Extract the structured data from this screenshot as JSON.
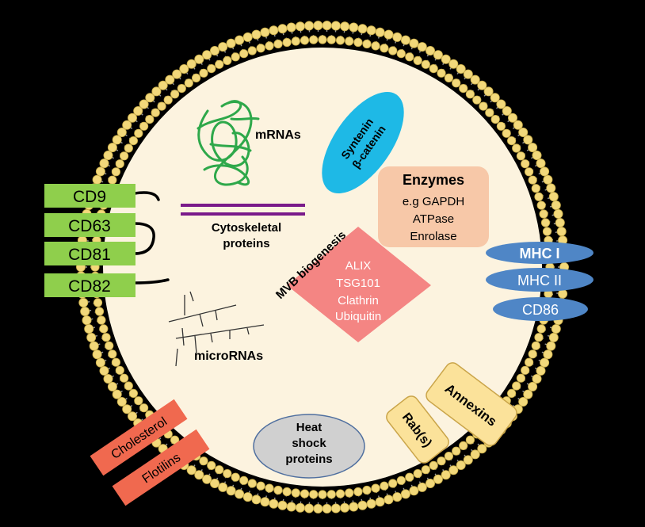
{
  "colors": {
    "background": "#000000",
    "lumen": "#fcf3df",
    "bead": "#f2d87a",
    "bead_edge": "#c9ad4a",
    "tail": "#9a9a9a",
    "tetraspanin": "#8fcf4c",
    "rna_green": "#2ea84a",
    "cyto_purple": "#7a1a8a",
    "syntenin": "#1eb9e6",
    "enzymes_box": "#f7c8a8",
    "mvb_diamond": "#f48583",
    "mhc": "#4f86c6",
    "annexin": "#fbe29a",
    "heatshock": "#d0d0d0",
    "lipid_raft": "#f0694f"
  },
  "membrane_markers": [
    {
      "id": "cd9",
      "label": "CD9"
    },
    {
      "id": "cd63",
      "label": "CD63"
    },
    {
      "id": "cd81",
      "label": "CD81"
    },
    {
      "id": "cd82",
      "label": "CD82"
    }
  ],
  "mrnas": {
    "label": "mRNAs"
  },
  "cytoskeletal": {
    "line1": "Cytoskeletal",
    "line2": "proteins"
  },
  "syntenin": {
    "line1": "Syntenin",
    "line2": "β-catenin"
  },
  "enzymes": {
    "title": "Enzymes",
    "items": [
      "e.g GAPDH",
      "ATPase",
      "Enrolase"
    ]
  },
  "mvb": {
    "label": "MVB biogenesis",
    "items": [
      "ALIX",
      "TSG101",
      "Clathrin",
      "Ubiquitin"
    ]
  },
  "mhc": [
    {
      "id": "mhc1",
      "label": "MHC I"
    },
    {
      "id": "mhc2",
      "label": "MHC II"
    },
    {
      "id": "cd86",
      "label": "CD86"
    }
  ],
  "micrornas": {
    "label": "microRNAs"
  },
  "heat_shock": {
    "line1": "Heat",
    "line2": "shock",
    "line3": "proteins"
  },
  "annexins": {
    "label": "Annexins"
  },
  "rabs": {
    "label": "Rab(s)"
  },
  "lipid_raft": [
    {
      "id": "cholesterol",
      "label": "Cholesterol"
    },
    {
      "id": "flotillins",
      "label": "Flotilins"
    }
  ]
}
